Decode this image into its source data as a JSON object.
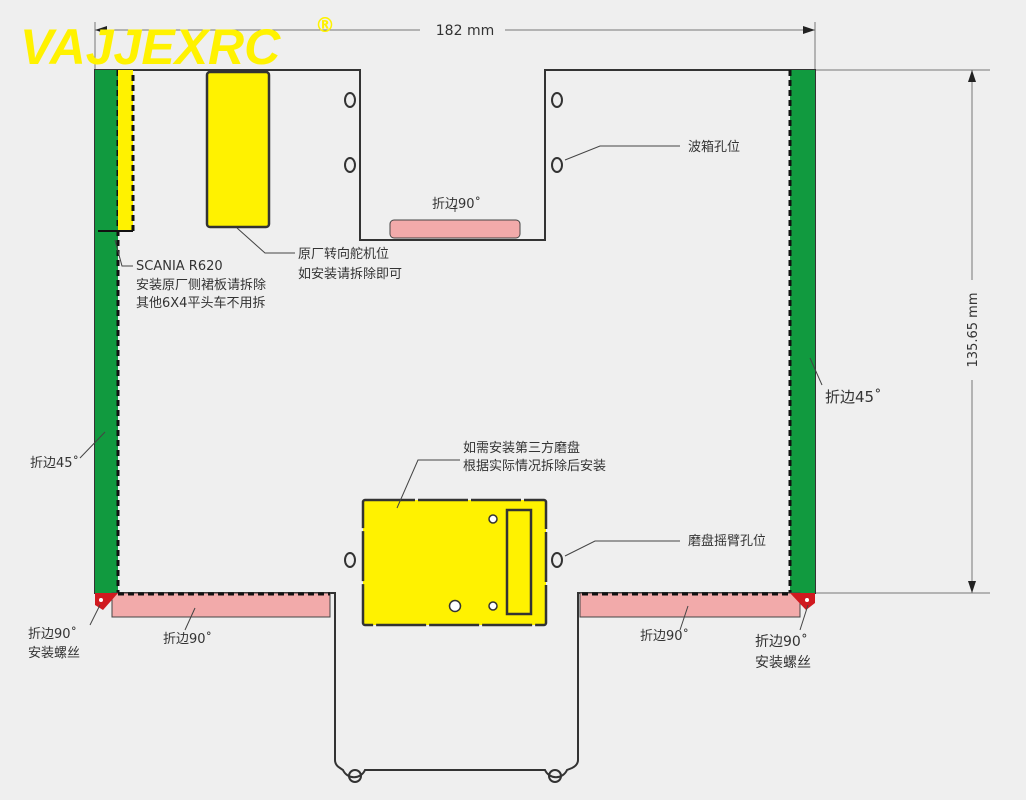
{
  "logo": {
    "text": "VAJJEXRC",
    "mark": "®"
  },
  "dimensions": {
    "width": "182 mm",
    "height": "135.65 mm"
  },
  "labels": {
    "gearbox_holes": "波箱孔位",
    "fold_90_top": "折边90˚",
    "servo_line1": "原厂转向舵机位",
    "servo_line2": "如安装请拆除即可",
    "scania_line1": "SCANIA R620",
    "scania_line2": "安装原厂侧裙板请拆除",
    "scania_line3": "其他6X4平头车不用拆",
    "fold_45_right": "折边45˚",
    "fold_45_left": "折边45˚",
    "turntable_line1": "如需安装第三方磨盘",
    "turntable_line2": "根据实际情况拆除后安装",
    "turntable_arm_holes": "磨盘摇臂孔位",
    "fold_90_bottom_left": "折边90˚",
    "fold_90_bottom_right": "折边90˚",
    "corner_left_line1": "折边90˚",
    "corner_left_line2": "安装螺丝",
    "corner_right_line1": "折边90˚",
    "corner_right_line2": "安装螺丝"
  },
  "colors": {
    "green": "#119a3f",
    "yellow": "#fff200",
    "pink": "#f2aaaa",
    "red": "#d0191f",
    "background": "#efefef"
  }
}
